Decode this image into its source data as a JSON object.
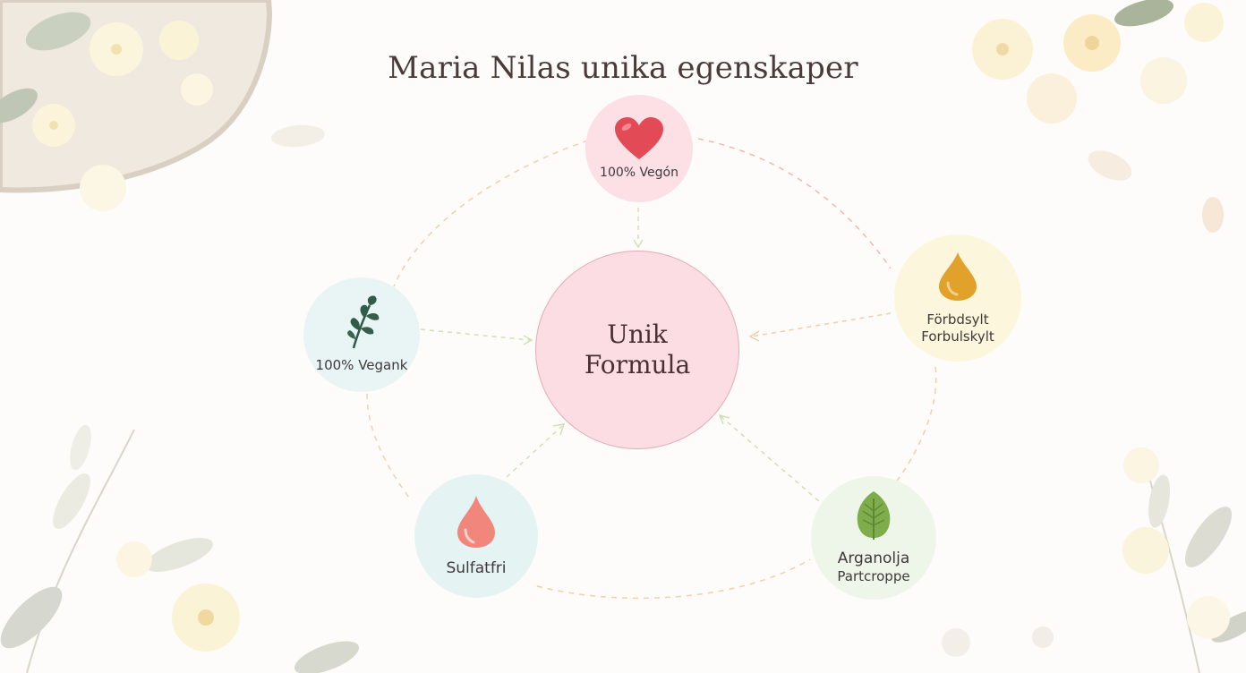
{
  "title": "Maria Nilas unika egenskaper",
  "center": {
    "line1": "Unik",
    "line2": "Formula",
    "color": "#fbdde3"
  },
  "nodes": {
    "top": {
      "label": "100% Vegón",
      "icon": "heart-icon",
      "color": "#fce0e6"
    },
    "left": {
      "label": "100% Vegank",
      "icon": "leaf-branch-icon",
      "color": "#e9f4f4"
    },
    "right": {
      "line1": "Förbdsylt",
      "line2": "Forbulskylt",
      "icon": "oil-drop-icon",
      "color": "#fbf6dc"
    },
    "bottom_left": {
      "label": "Sulfatfri",
      "icon": "water-drop-icon",
      "color": "#e5f3f3"
    },
    "bottom_right": {
      "line1": "Arganolja",
      "line2": "Partcroppe",
      "icon": "leaf-icon",
      "color": "#eef6ea"
    }
  },
  "colors": {
    "dash_warm": "#f2c9a8",
    "dash_green": "#cfe0b8",
    "dash_pink": "#f1b8b0"
  }
}
